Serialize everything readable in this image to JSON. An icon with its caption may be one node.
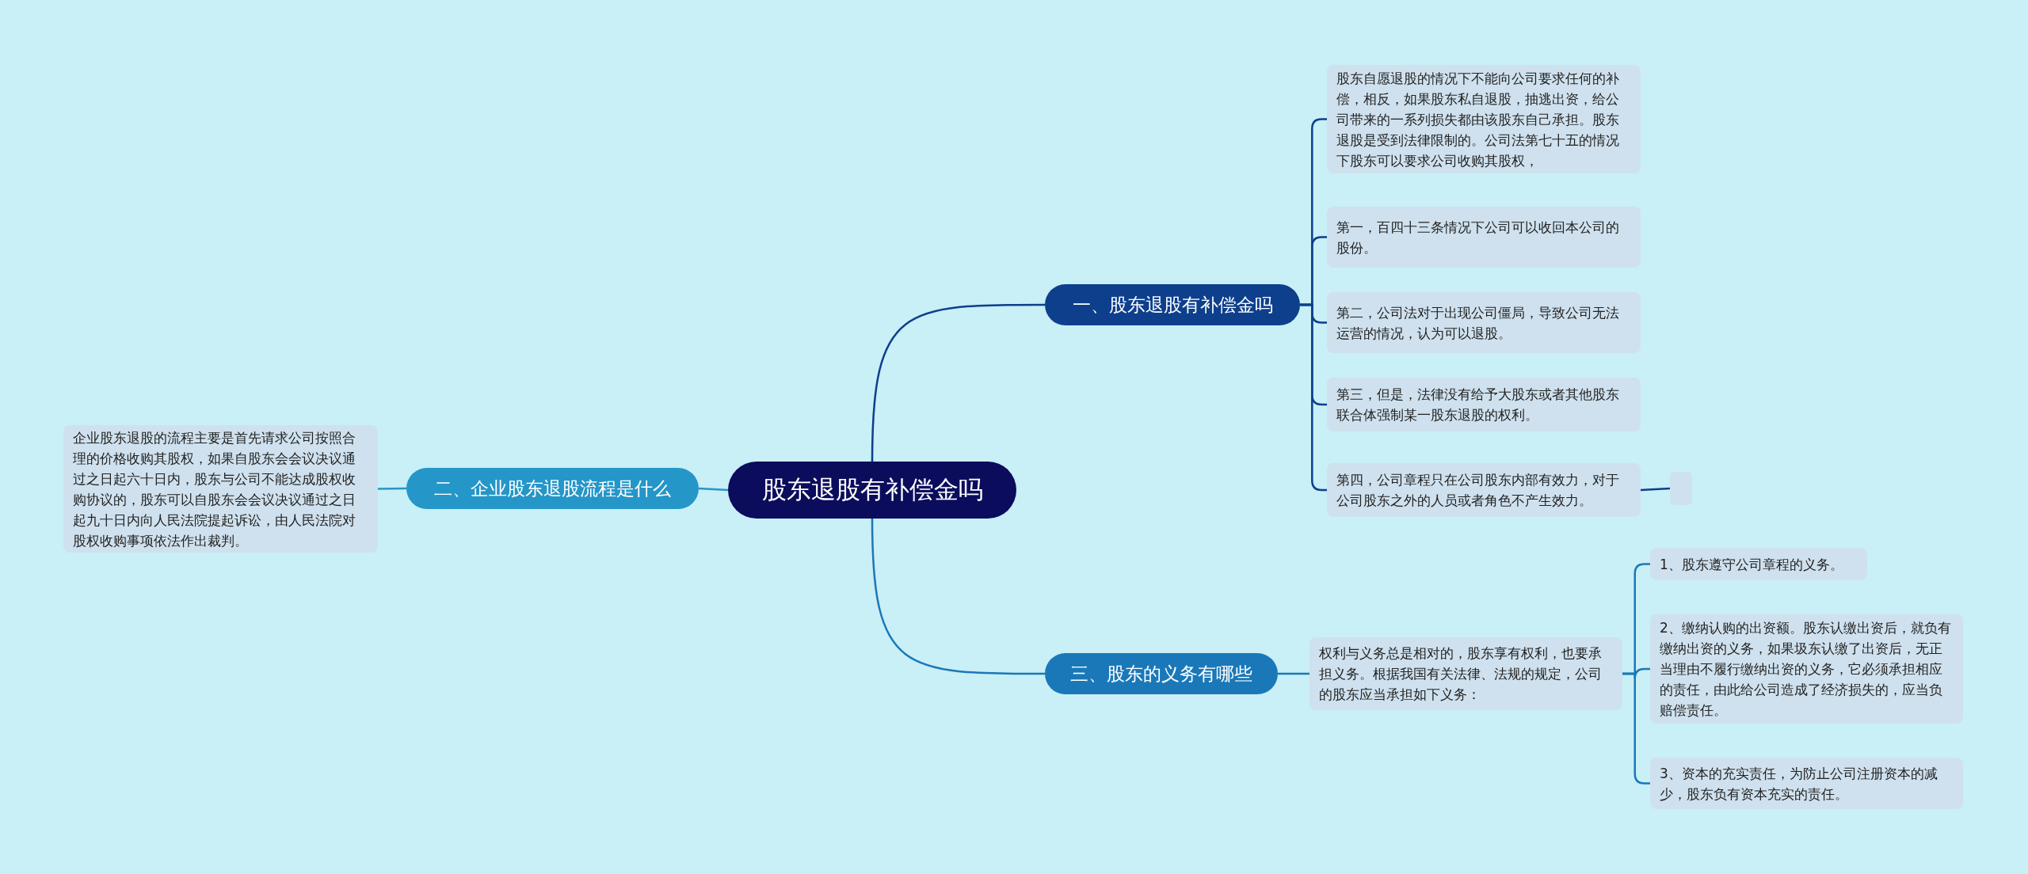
{
  "diagram": {
    "nodes": [
      {
        "text": [
          "股东退股有补偿金吗"
        ]
      },
      {
        "text": [
          "一、股东退股有补偿金吗"
        ]
      },
      {
        "text": [
          "股东自愿退股的情况下不能向公司要求任何的补偿，相反，如果股东私自退股，抽逃出资，给公司带来的一系列损失都由该股东自己承担。股东退股是受到法律限制的。公司法第七十五的情况下股东可以要求公司收购其股权，"
        ]
      },
      {
        "text": [
          "第一，百四十三条情况下公司可以收回本公司的股份。"
        ]
      },
      {
        "text": [
          "第二，公司法对于出现公司僵局，导致公司无法运营的情况，认为可以退股。"
        ]
      },
      {
        "text": [
          "第三，但是，法律没有给予大股东或者其他股东联合体强制某一股东退股的权利。"
        ]
      },
      {
        "text": [
          "第四，公司章程只在公司股东内部有效力，对于公司股东之外的人员或者角色不产生效力。"
        ]
      },
      {
        "text": [],
        "shape": "box"
      },
      {
        "text": [
          "三、股东的义务有哪些"
        ]
      },
      {
        "text": [
          "权利与义务总是相对的，股东享有权利，也要承担义务。根据我国有关法律、法规的规定，公司的股东应当承担如下义务："
        ]
      },
      {
        "text": [
          "1、股东遵守公司章程的义务。"
        ]
      },
      {
        "text": [
          "2、缴纳认购的出资额。股东认缴出资后，就负有缴纳出资的义务，如果圾东认缴了出资后，无正当理由不履行缴纳出资的义务，它必须承担相应的责任，由此给公司造成了经济损失的，应当负赔偿责任。"
        ]
      },
      {
        "text": [
          "3、资本的充实责任，为防止公司注册资本的减少，股东负有资本充实的责任。"
        ]
      },
      {
        "text": [
          "二、企业股东退股流程是什么"
        ]
      },
      {
        "text": [
          "企业股东退股的流程主要是首先请求公司按照合理的价格收购其股权，如果自股东会会议决议通过之日起六十日内，股东与公司不能达成股权收购协议的，股东可以自股东会会议决议通过之日起九十日内向人民法院提起诉讼，由人民法院对股权收购事项依法作出裁判。"
        ]
      }
    ],
    "edges": [
      {
        "from": 0,
        "to": 1,
        "arrow": "none",
        "color": "#0d3f8c"
      },
      {
        "from": 1,
        "to": 2,
        "arrow": "none",
        "color": "#0d3f8c"
      },
      {
        "from": 1,
        "to": 3,
        "arrow": "none",
        "color": "#0d3f8c"
      },
      {
        "from": 1,
        "to": 4,
        "arrow": "none",
        "color": "#0d3f8c"
      },
      {
        "from": 1,
        "to": 5,
        "arrow": "none",
        "color": "#0d3f8c"
      },
      {
        "from": 1,
        "to": 6,
        "arrow": "none",
        "color": "#0d3f8c"
      },
      {
        "from": 6,
        "to": 7,
        "arrow": "none",
        "color": "#0d3f8c"
      },
      {
        "from": 0,
        "to": 8,
        "arrow": "none"
      },
      {
        "from": 8,
        "to": 9,
        "arrow": "none"
      },
      {
        "from": 9,
        "to": 10,
        "arrow": "none"
      },
      {
        "from": 9,
        "to": 11,
        "arrow": "none"
      },
      {
        "from": 9,
        "to": 12,
        "arrow": "none"
      },
      {
        "from": 0,
        "to": 13,
        "arrow": "none",
        "color": "#2596c8"
      },
      {
        "from": 13,
        "to": 14,
        "arrow": "none",
        "color": "#2596c8"
      }
    ]
  }
}
